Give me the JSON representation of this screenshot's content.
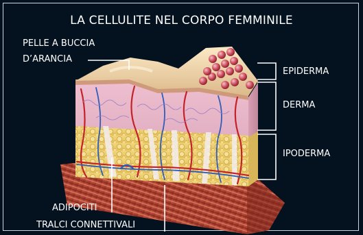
{
  "title": "LA CELLULITE NEL CORPO FEMMINILE",
  "labels": {
    "orange_peel_line1": "PELLE A BUCCIA",
    "orange_peel_line2": "D’ARANCIA",
    "epidermis": "EPIDERMA",
    "dermis": "DERMA",
    "hypodermis": "IPODERMA",
    "adipocytes": "ADIPOCITI",
    "connective_strands": "TRALCI CONNETTIVALI"
  },
  "colors": {
    "background": "#04111f",
    "epidermis": "#e9cfa3",
    "dermis": "#e7b7c6",
    "fat": "#eecf6e",
    "muscle": "#b7432f",
    "vessel_red": "#c4222a",
    "vessel_blue": "#2f5db8"
  }
}
